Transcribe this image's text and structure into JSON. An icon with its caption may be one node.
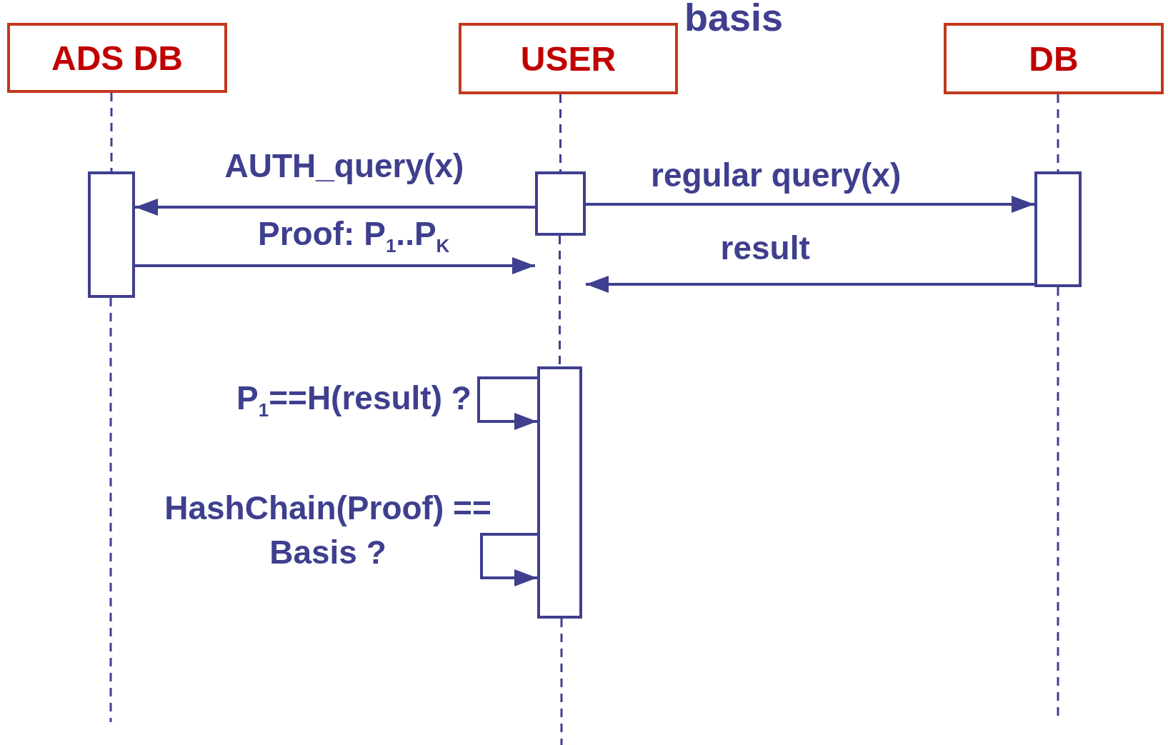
{
  "diagram": {
    "nodes": [
      {
        "text": [
          "ADS DB"
        ]
      },
      {
        "text": [
          "USER"
        ]
      },
      {
        "text": [
          "DB"
        ]
      },
      {
        "text": [],
        "shape": "box"
      },
      {
        "text": [],
        "shape": "box"
      },
      {
        "text": [],
        "shape": "box"
      },
      {
        "text": [],
        "shape": "box"
      }
    ],
    "edges": [
      {
        "from": 0,
        "to": 3,
        "arrow": "none",
        "style": "dashed"
      },
      {
        "from": 1,
        "to": 4,
        "arrow": "none",
        "style": "dashed"
      },
      {
        "from": 2,
        "to": 5,
        "arrow": "none",
        "style": "dashed"
      },
      {
        "from": 4,
        "to": 6,
        "arrow": "none",
        "style": "dashed"
      },
      {
        "from": 4,
        "to": 3,
        "arrow": "to",
        "label": "AUTH_query(x)"
      },
      {
        "from": 3,
        "to": 4,
        "arrow": "to",
        "label": "Proof: P$_{1}$..P$_{K}$"
      },
      {
        "from": 4,
        "to": 5,
        "arrow": "to",
        "label": "regular query(x)"
      },
      {
        "from": 5,
        "to": 4,
        "arrow": "to",
        "label": "result"
      },
      {
        "from": 6,
        "to": 6,
        "arrow": "to",
        "label": "P$_{1}$==H(result) ?"
      },
      {
        "from": 6,
        "to": 6,
        "arrow": "to",
        "label": "HashChain(Proof) == Basis ?"
      }
    ],
    "labels": [
      "basis"
    ]
  }
}
